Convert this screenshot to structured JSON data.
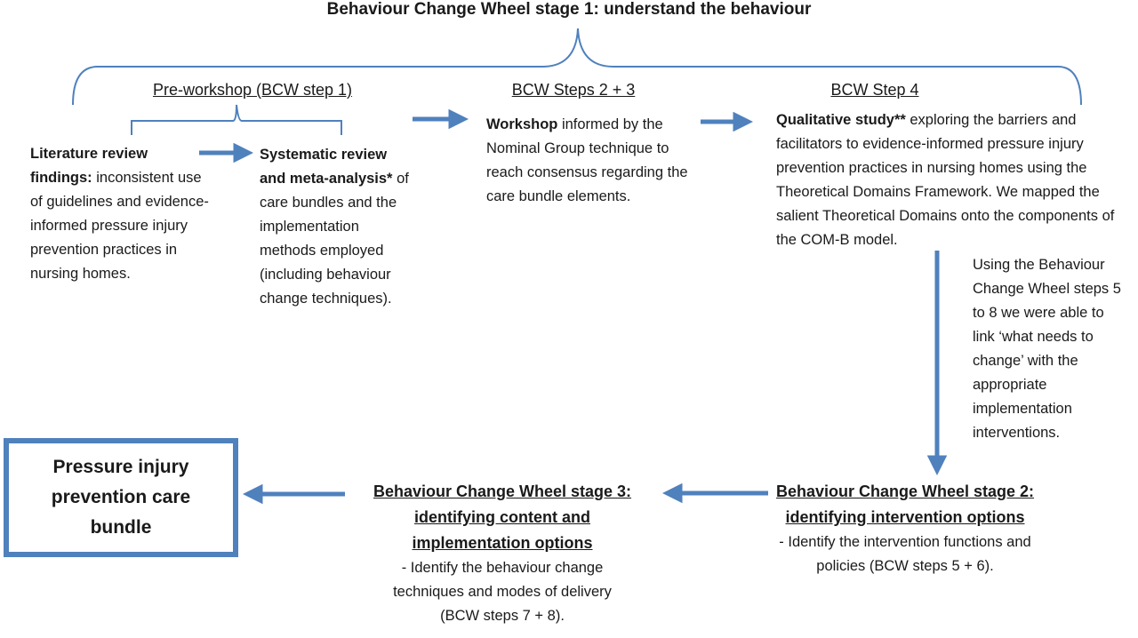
{
  "title": "Behaviour Change Wheel stage 1: understand the behaviour",
  "columns": {
    "pre_workshop": "Pre-workshop (BCW step 1)",
    "steps_2_3": "BCW Steps 2 + 3",
    "step_4": "BCW Step 4"
  },
  "literature": {
    "bold": "Literature review findings:",
    "text": " inconsistent use of guidelines and evidence-informed pressure injury prevention practices in nursing homes."
  },
  "systematic": {
    "bold": "Systematic review and meta-analysis*",
    "text": " of care bundles and the implementation methods employed (including behaviour change techniques)."
  },
  "workshop": {
    "bold": "Workshop",
    "text": " informed by the Nominal Group technique to reach consensus regarding the care bundle elements."
  },
  "qualitative": {
    "bold": "Qualitative study**",
    "text": " exploring the barriers and facilitators to evidence-informed pressure injury prevention practices in nursing homes using the Theoretical Domains Framework. We mapped the salient Theoretical Domains onto the components of the COM-B model."
  },
  "bcw_note": "Using the Behaviour Change Wheel steps 5 to 8 we were able to link ‘what needs to change’ with the appropriate implementation interventions.",
  "stage2": {
    "heading_line1": "Behaviour Change Wheel stage 2:",
    "heading_line2": "identifying intervention options",
    "body": "- Identify the intervention functions and policies (BCW steps 5 + 6)."
  },
  "stage3": {
    "heading_line1": "Behaviour Change Wheel stage 3:",
    "heading_line2": "identifying content and",
    "heading_line3": "implementation options",
    "body": "- Identify the behaviour change techniques and modes of delivery (BCW steps 7 + 8)."
  },
  "bundle": "Pressure injury prevention care bundle",
  "colors": {
    "accent": "#4f81bd",
    "text": "#1a1a1a"
  }
}
